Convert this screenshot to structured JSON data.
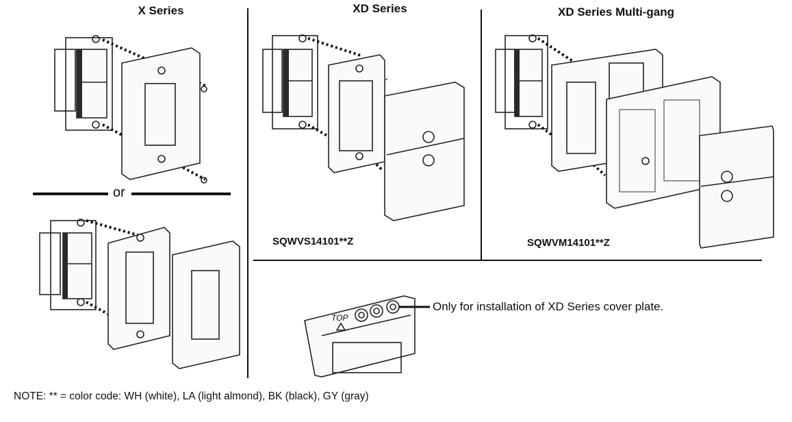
{
  "panels": {
    "x_series": {
      "title": "X Series"
    },
    "xd_series": {
      "title": "XD Series",
      "model": "SQWVS14101**Z"
    },
    "xd_multi": {
      "title": "XD Series Multi-gang",
      "model": "SQWVM14101**Z"
    }
  },
  "divider": {
    "or_label": "or"
  },
  "detail": {
    "top_label": "TOP",
    "callout": "Only for installation of XD Series cover plate."
  },
  "note": "NOTE: ** = color code: WH (white), LA (light almond), BK (black), GY (gray)"
}
